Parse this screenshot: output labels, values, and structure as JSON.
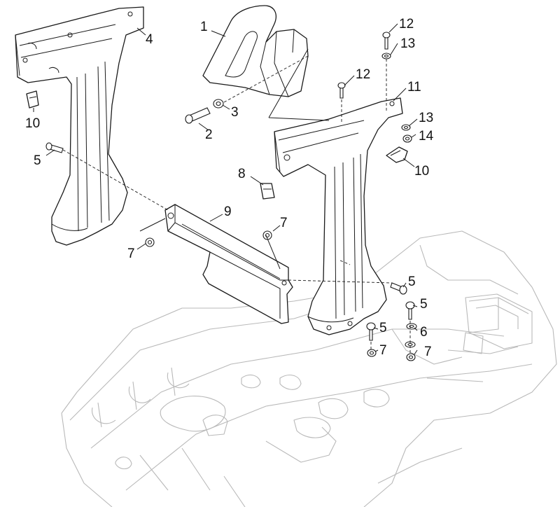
{
  "callouts": [
    {
      "id": "c1",
      "label": "1"
    },
    {
      "id": "c2",
      "label": "2"
    },
    {
      "id": "c3",
      "label": "3"
    },
    {
      "id": "c4",
      "label": "4"
    },
    {
      "id": "c5a",
      "label": "5"
    },
    {
      "id": "c5b",
      "label": "5"
    },
    {
      "id": "c5c",
      "label": "5"
    },
    {
      "id": "c5d",
      "label": "5"
    },
    {
      "id": "c6",
      "label": "6"
    },
    {
      "id": "c7a",
      "label": "7"
    },
    {
      "id": "c7b",
      "label": "7"
    },
    {
      "id": "c7c",
      "label": "7"
    },
    {
      "id": "c7d",
      "label": "7"
    },
    {
      "id": "c8",
      "label": "8"
    },
    {
      "id": "c9",
      "label": "9"
    },
    {
      "id": "c10a",
      "label": "10"
    },
    {
      "id": "c10b",
      "label": "10"
    },
    {
      "id": "c11",
      "label": "11"
    },
    {
      "id": "c12a",
      "label": "12"
    },
    {
      "id": "c12b",
      "label": "12"
    },
    {
      "id": "c13a",
      "label": "13"
    },
    {
      "id": "c13b",
      "label": "13"
    },
    {
      "id": "c14",
      "label": "14"
    }
  ]
}
